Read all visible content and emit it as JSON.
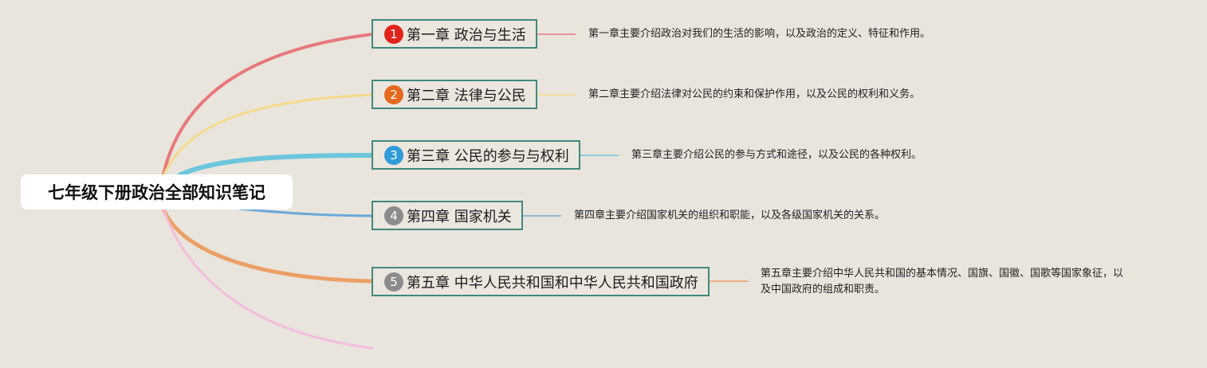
{
  "colors": {
    "background": "#e9e5dd",
    "root_fill": "#ffffff",
    "node_border": "#3f8a7c",
    "node_fill": "#ebe6de",
    "branch_1": "#e8787c",
    "branch_2": "#f5d98b",
    "branch_3": "#6cc6dc",
    "branch_4": "#6aa9d9",
    "branch_5": "#eba066",
    "branch_6": "#f3bddc",
    "badge_1": "#e0241b",
    "badge_2": "#e4691e",
    "badge_3": "#2f9bd8",
    "badge_4": "#8c8c8c",
    "badge_5": "#8c8c8c"
  },
  "root": {
    "title": "七年级下册政治全部知识笔记"
  },
  "chapters": [
    {
      "number": "1",
      "title": "第一章 政治与生活",
      "note": "第一章主要介绍政治对我们的生活的影响，以及政治的定义、特征和作用。"
    },
    {
      "number": "2",
      "title": "第二章 法律与公民",
      "note": "第二章主要介绍法律对公民的约束和保护作用，以及公民的权利和义务。"
    },
    {
      "number": "3",
      "title": "第三章 公民的参与与权利",
      "note": "第三章主要介绍公民的参与方式和途径，以及公民的各种权利。"
    },
    {
      "number": "4",
      "title": "第四章 国家机关",
      "note": "第四章主要介绍国家机关的组织和职能，以及各级国家机关的关系。"
    },
    {
      "number": "5",
      "title": "第五章 中华人民共和国和中华人民共和国政府",
      "note_line1": "第五章主要介绍中华人民共和国的基本情况、国旗、国徽、国歌等国家象征，以",
      "note_line2": "及中国政府的组成和职责。"
    }
  ]
}
